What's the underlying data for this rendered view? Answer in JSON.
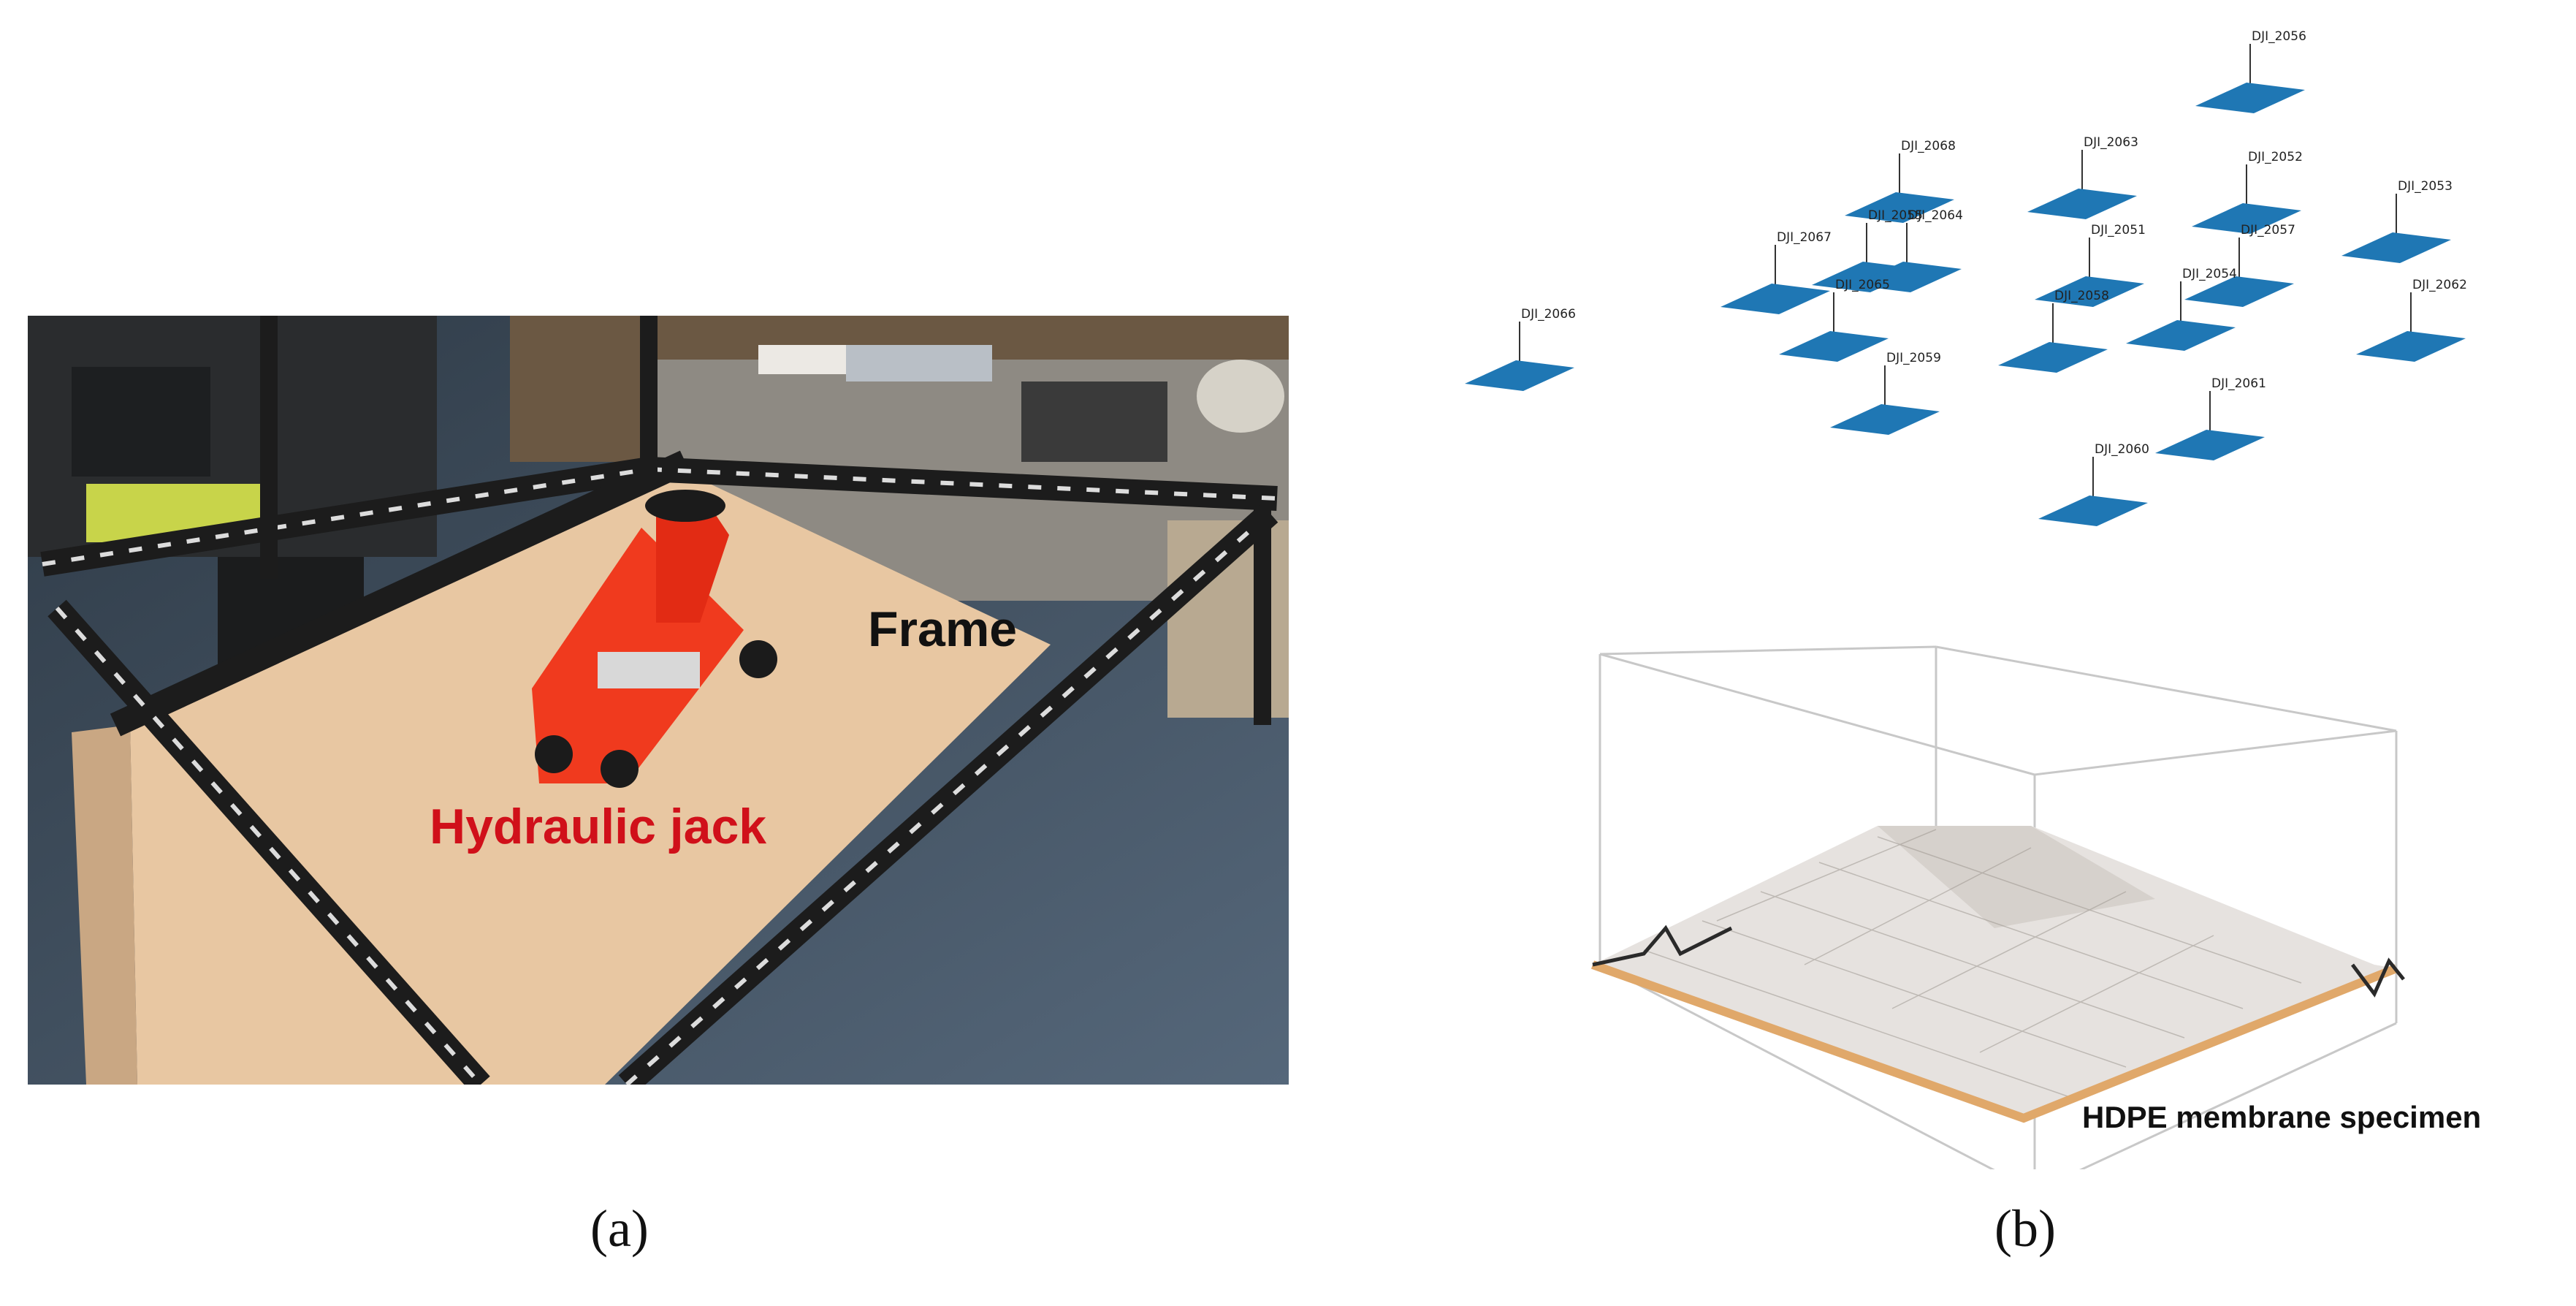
{
  "panel_a": {
    "frame_label": "Frame",
    "jack_label": "Hydraulic jack",
    "caption": "(a)",
    "colors": {
      "jack_label": "#d0101a",
      "frame_label": "#111111",
      "board": "#e9c9a5",
      "jack": "#f03a1e"
    }
  },
  "panel_b": {
    "caption": "(b)",
    "specimen_label": "HDPE membrane specimen",
    "cameras": [
      {
        "id": "DJI_2056"
      },
      {
        "id": "DJI_2068"
      },
      {
        "id": "DJI_2063"
      },
      {
        "id": "DJI_2052"
      },
      {
        "id": "DJI_2053"
      },
      {
        "id": "DJI_2067"
      },
      {
        "id": "DJI_2055"
      },
      {
        "id": "DJI_2064"
      },
      {
        "id": "DJI_2051"
      },
      {
        "id": "DJI_2057"
      },
      {
        "id": "DJI_2065"
      },
      {
        "id": "DJI_2058"
      },
      {
        "id": "DJI_2054"
      },
      {
        "id": "DJI_2062"
      },
      {
        "id": "DJI_2066"
      },
      {
        "id": "DJI_2059"
      },
      {
        "id": "DJI_2061"
      },
      {
        "id": "DJI_2060"
      }
    ],
    "colors": {
      "camera_plane": "#1f77b4",
      "membrane": "#e7e3e0",
      "box_lines": "#c8c8c8"
    }
  }
}
